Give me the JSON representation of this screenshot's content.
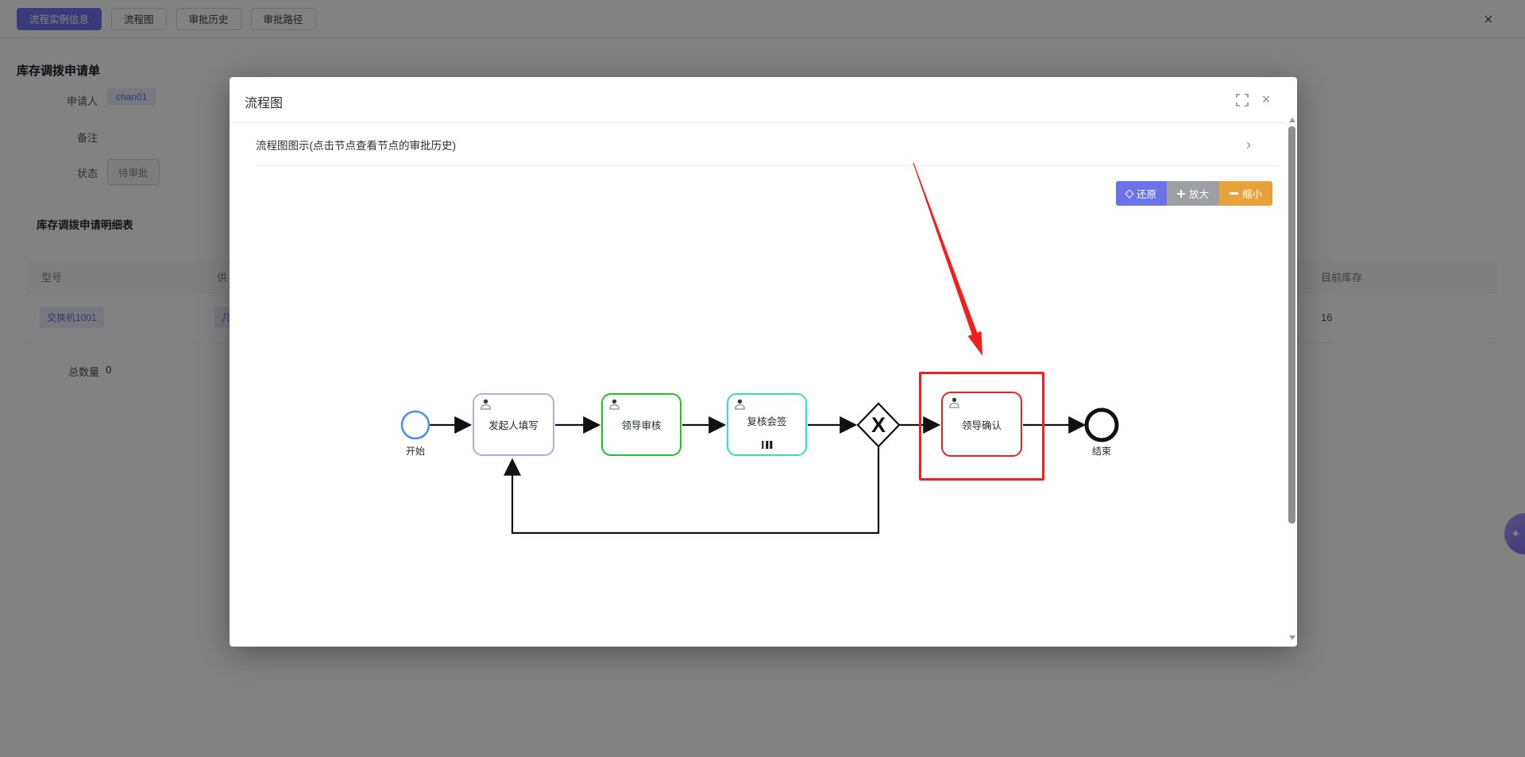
{
  "page": {
    "tabs": [
      {
        "label": "流程实例信息"
      },
      {
        "label": "流程图"
      },
      {
        "label": "审批历史"
      },
      {
        "label": "审批路径"
      }
    ],
    "close_icon": "×",
    "title": "库存调拨申请单",
    "fields": {
      "applicant_label": "申请人",
      "applicant_value": "chan01",
      "remark_label": "备注",
      "remark_value": "",
      "status_label": "状态",
      "status_value": "待审批"
    },
    "detail_table": {
      "title": "库存调拨申请明细表",
      "col_model": "型号",
      "col_supplier": "供",
      "col_stock": "目前库存",
      "row": {
        "model": "交换机1001",
        "supplier": "几",
        "stock": "16"
      },
      "total_label": "总数量",
      "total_value": "0"
    },
    "ai_button_icon": "✦"
  },
  "modal": {
    "title": "流程图",
    "close_icon": "×",
    "collapse_header": "流程图图示(点击节点查看节点的审批历史)",
    "chevron_icon": "›",
    "toolbar": {
      "restore_label": "还原",
      "zoom_in_label": "放大",
      "zoom_out_label": "缩小",
      "restore_color": "#6a73e8",
      "zoom_in_color": "#9d9fa3",
      "zoom_out_color": "#e7a23b"
    },
    "diagram": {
      "start_label": "开始",
      "end_label": "结束",
      "gateway_symbol": "X",
      "tasks": [
        {
          "label": "发起人填写",
          "border_color": "#a9b0e6"
        },
        {
          "label": "领导审核",
          "border_color": "#1dc625"
        },
        {
          "label": "复核会签",
          "border_color": "#2fe3be"
        },
        {
          "label": "领导确认",
          "border_color": "#f2201d",
          "highlighted": true
        }
      ],
      "start_color": "#4b8df8",
      "highlight_color": "#f2201d"
    }
  }
}
